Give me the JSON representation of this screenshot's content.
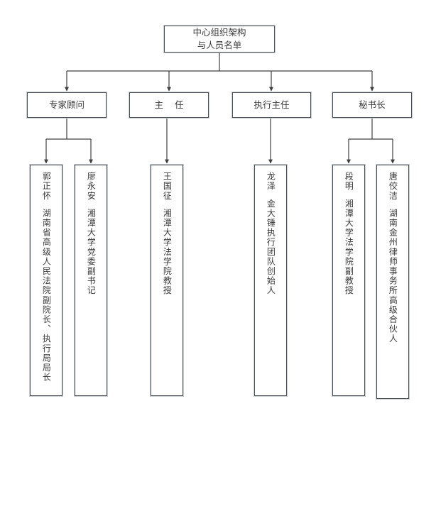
{
  "chart_data": {
    "type": "diagram",
    "title": "中心组织架构与人员名单",
    "orientation": "top-down org chart"
  },
  "root": {
    "line1": "中心组织架构",
    "line2": "与人员名单"
  },
  "roles": [
    {
      "label": "专家顾问"
    },
    {
      "label": "主 任"
    },
    {
      "label": "执行主任"
    },
    {
      "label": "秘书长"
    }
  ],
  "members": [
    {
      "name": "郭正怀",
      "title": "湖南省高级人民法院副院长、执行局局长"
    },
    {
      "name": "廖永安",
      "title": "湘潭大学党委副书记"
    },
    {
      "name": "王国征",
      "title": "湘潭大学法学院教授"
    },
    {
      "name": "龙泽",
      "title": "金大锤执行团队创始人"
    },
    {
      "name": "段明",
      "title": "湘潭大学法学院副教授"
    },
    {
      "name": "唐佼洁",
      "title": "湖南金州律师事务所高级合伙人"
    }
  ],
  "colors": {
    "border": "#4c5057",
    "border_outer": "#c9ccd1",
    "text": "#3a3a3a",
    "connector": "#3f3f3f",
    "background": "#ffffff"
  }
}
